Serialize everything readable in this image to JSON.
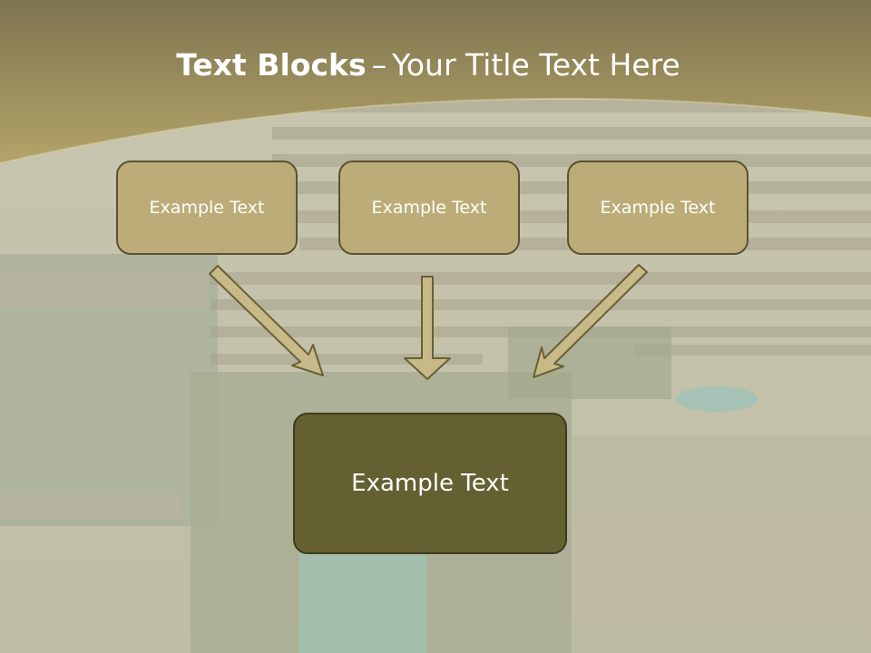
{
  "title": {
    "bold": "Text Blocks",
    "dash": "–",
    "rest": "Your Title Text Here"
  },
  "blocks": [
    {
      "label": "Example Text"
    },
    {
      "label": "Example Text"
    },
    {
      "label": "Example Text"
    }
  ],
  "center_block": {
    "label": "Example Text"
  },
  "colors": {
    "header_band": "#a89a5c",
    "small_box": "#bcad78",
    "center_box": "#656032",
    "border": "#5a5232",
    "arrow_fill": "#c8b988"
  }
}
